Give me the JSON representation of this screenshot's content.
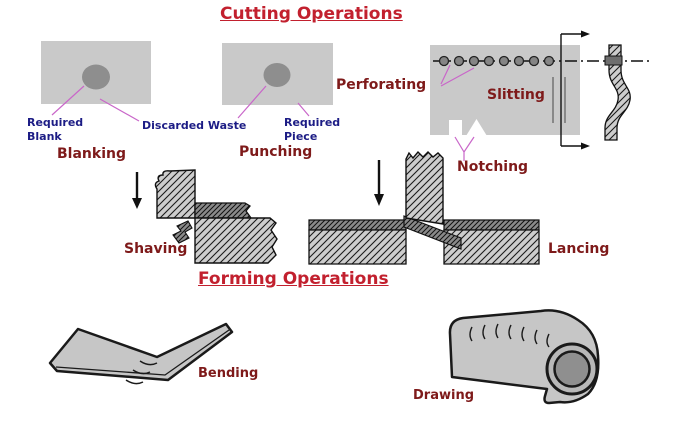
{
  "titles": {
    "cutting": "Cutting Operations",
    "forming": "Forming Operations"
  },
  "cutting_section": {
    "blanking": {
      "name": "Blanking",
      "callout_required": "Required\nBlank",
      "callout_waste": "Discarded Waste"
    },
    "punching": {
      "name": "Punching",
      "callout_required": "Required\nPiece"
    },
    "perforating": {
      "name": "Perforating"
    },
    "slitting": {
      "name": "Slitting"
    },
    "notching": {
      "name": "Notching"
    },
    "shaving": {
      "name": "Shaving"
    },
    "lancing": {
      "name": "Lancing"
    }
  },
  "forming_section": {
    "bending": {
      "name": "Bending"
    },
    "drawing": {
      "name": "Drawing"
    }
  },
  "colors": {
    "title_red": "#c2202e",
    "operation_label_maroon": "#7e1a1a",
    "callout_label_navy": "#1c1c85",
    "callout_line_magenta": "#c966c9",
    "sheet_gray": "#c9c9c9",
    "slug_gray": "#8e8e8e"
  }
}
